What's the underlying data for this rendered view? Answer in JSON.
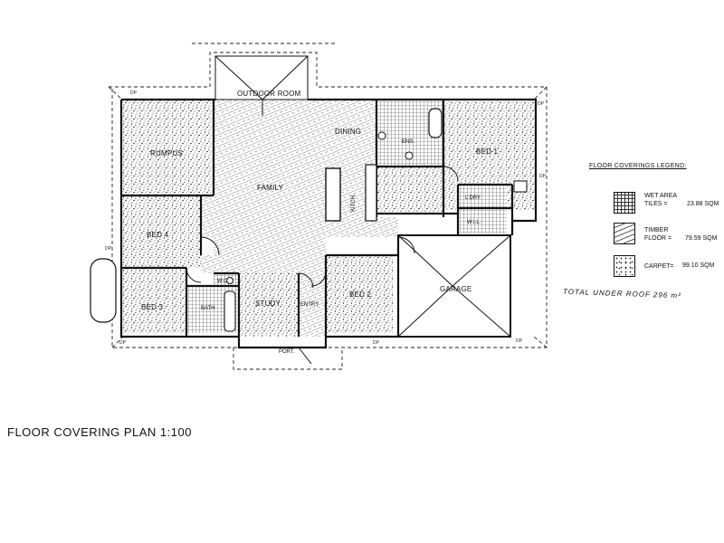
{
  "title": "FLOOR COVERING PLAN 1:100",
  "rooms": {
    "outdoor_room": "OUTDOOR ROOM",
    "rumpus": "RUMPUS",
    "dining": "DINING",
    "ens": "ENS.",
    "bed1": "BED 1",
    "family": "FAMILY",
    "kitch": "KITCH.",
    "ldry": "L'DRY",
    "wil": "W.I.L.",
    "bed4": "BED 4",
    "wc": "W.C.",
    "bed3": "BED 3",
    "bath": "BATH",
    "study": "STUDY",
    "entry": "ENTRY",
    "bed2": "BED 2",
    "garage": "GARAGE",
    "port": "PORT."
  },
  "downpipe_label": "DP",
  "legend": {
    "title": "FLOOR COVERINGS LEGEND:",
    "items": [
      {
        "line1": "WET AREA",
        "line2": "TILES =",
        "value": "23.88 SQM",
        "pattern": "grid"
      },
      {
        "line1": "TIMBER",
        "line2": "FLOOR =",
        "value": "79.59 SQM",
        "pattern": "lines"
      },
      {
        "line1": "",
        "line2": "CARPET=",
        "value": "99.10 SQM",
        "pattern": "dots"
      }
    ],
    "total": "TOTAL UNDER ROOF 296 m²"
  }
}
